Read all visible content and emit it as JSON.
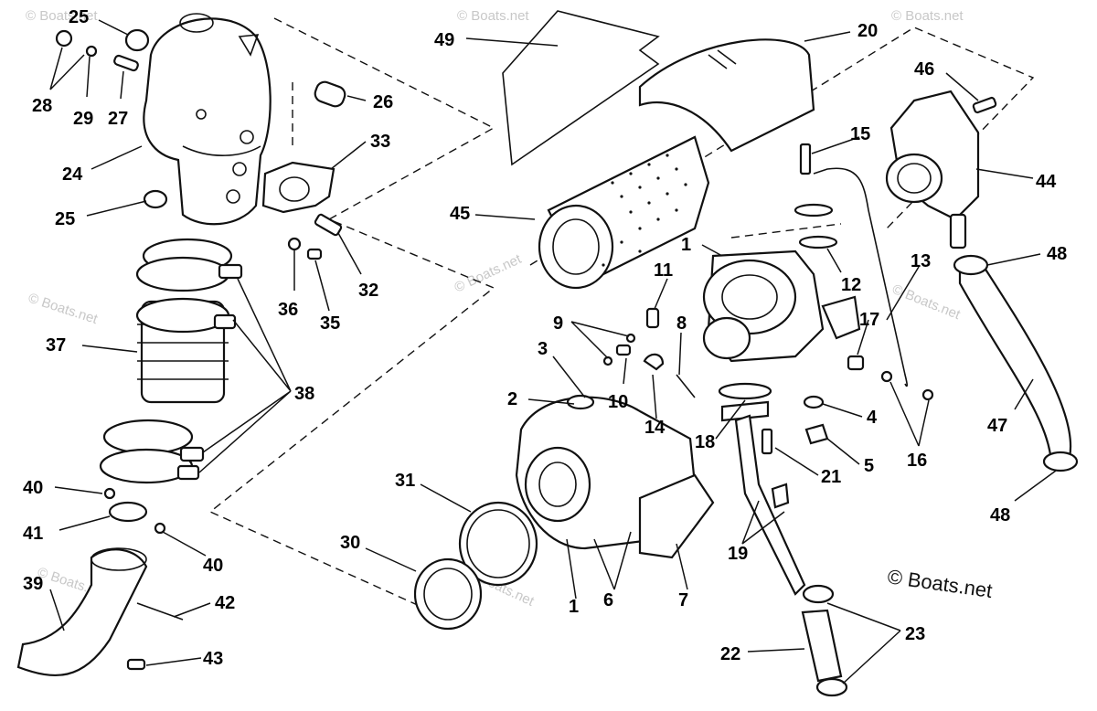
{
  "watermark": "© Boats.net",
  "copyright": "© Boats.net",
  "callouts": [
    {
      "id": "c25a",
      "label": "25"
    },
    {
      "id": "c28",
      "label": "28"
    },
    {
      "id": "c29",
      "label": "29"
    },
    {
      "id": "c27",
      "label": "27"
    },
    {
      "id": "c24",
      "label": "24"
    },
    {
      "id": "c25b",
      "label": "25"
    },
    {
      "id": "c26",
      "label": "26"
    },
    {
      "id": "c33",
      "label": "33"
    },
    {
      "id": "c32",
      "label": "32"
    },
    {
      "id": "c36",
      "label": "36"
    },
    {
      "id": "c35",
      "label": "35"
    },
    {
      "id": "c37",
      "label": "37"
    },
    {
      "id": "c38",
      "label": "38"
    },
    {
      "id": "c40a",
      "label": "40"
    },
    {
      "id": "c41",
      "label": "41"
    },
    {
      "id": "c40b",
      "label": "40"
    },
    {
      "id": "c39",
      "label": "39"
    },
    {
      "id": "c42",
      "label": "42"
    },
    {
      "id": "c43",
      "label": "43"
    },
    {
      "id": "c49",
      "label": "49"
    },
    {
      "id": "c20",
      "label": "20"
    },
    {
      "id": "c45",
      "label": "45"
    },
    {
      "id": "c46",
      "label": "46"
    },
    {
      "id": "c44",
      "label": "44"
    },
    {
      "id": "c15",
      "label": "15"
    },
    {
      "id": "c1a",
      "label": "1"
    },
    {
      "id": "c12",
      "label": "12"
    },
    {
      "id": "c13",
      "label": "13"
    },
    {
      "id": "c48a",
      "label": "48"
    },
    {
      "id": "c11",
      "label": "11"
    },
    {
      "id": "c9",
      "label": "9"
    },
    {
      "id": "c8",
      "label": "8"
    },
    {
      "id": "c17",
      "label": "17"
    },
    {
      "id": "c3",
      "label": "3"
    },
    {
      "id": "c2",
      "label": "2"
    },
    {
      "id": "c10",
      "label": "10"
    },
    {
      "id": "c14",
      "label": "14"
    },
    {
      "id": "c4",
      "label": "4"
    },
    {
      "id": "c16",
      "label": "16"
    },
    {
      "id": "c47",
      "label": "47"
    },
    {
      "id": "c18",
      "label": "18"
    },
    {
      "id": "c5",
      "label": "5"
    },
    {
      "id": "c21",
      "label": "21"
    },
    {
      "id": "c48b",
      "label": "48"
    },
    {
      "id": "c31",
      "label": "31"
    },
    {
      "id": "c30",
      "label": "30"
    },
    {
      "id": "c1b",
      "label": "1"
    },
    {
      "id": "c6",
      "label": "6"
    },
    {
      "id": "c7",
      "label": "7"
    },
    {
      "id": "c19",
      "label": "19"
    },
    {
      "id": "c22",
      "label": "22"
    },
    {
      "id": "c23",
      "label": "23"
    }
  ]
}
